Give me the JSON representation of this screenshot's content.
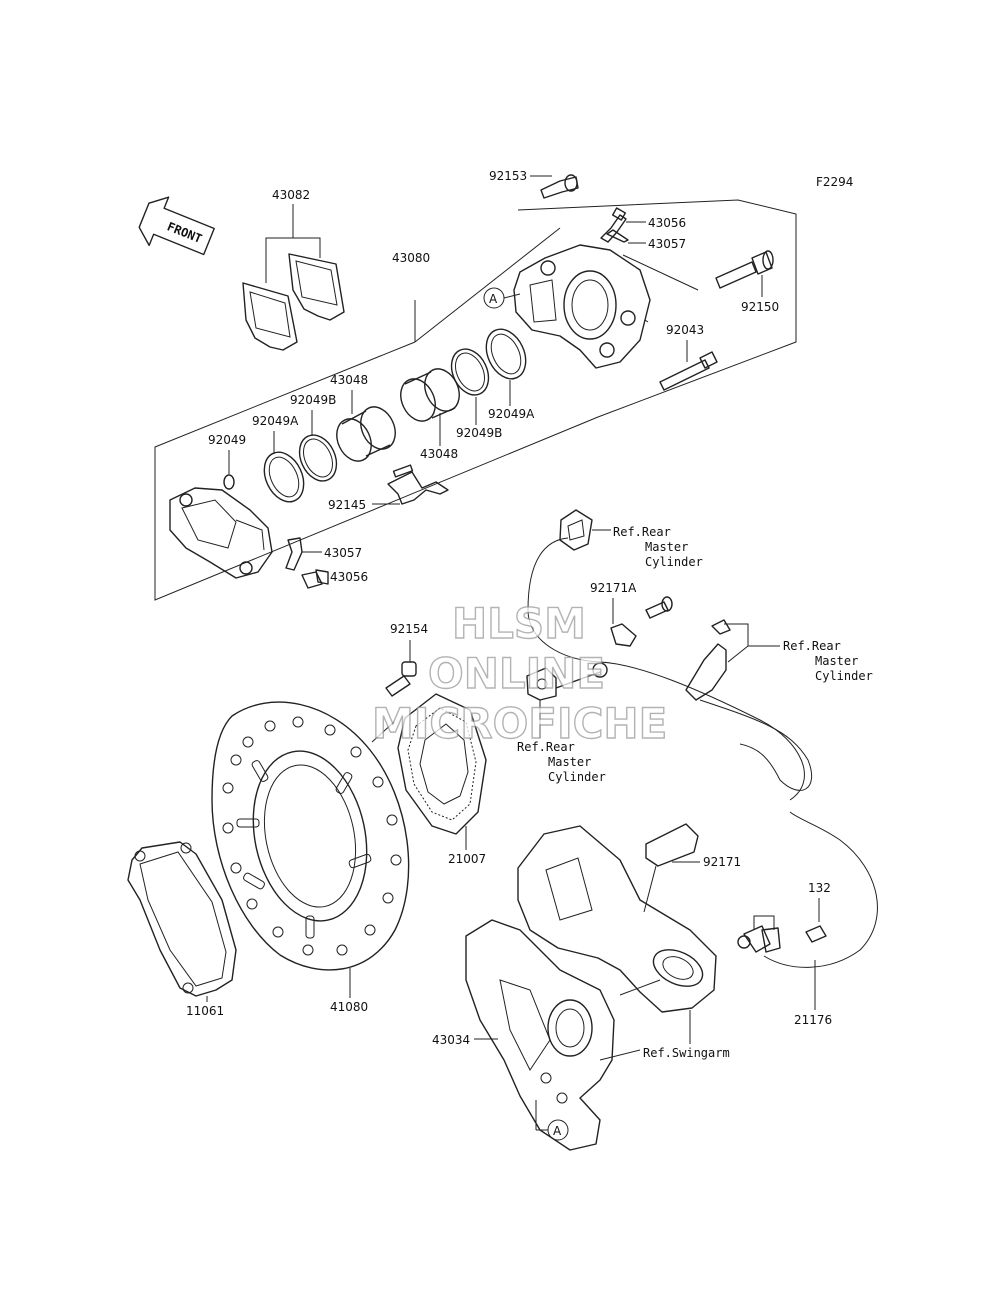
{
  "figure_code": "F2294",
  "front_arrow": "FRONT",
  "callout_a": "A",
  "watermark": [
    "HLSM",
    "ONLINE",
    "MICROFICHE"
  ],
  "parts": {
    "p43082": "43082",
    "p43080": "43080",
    "p92153": "92153",
    "p43056_top": "43056",
    "p43057_top": "43057",
    "p92150": "92150",
    "p92043": "92043",
    "p43048_top": "43048",
    "p92049B_left": "92049B",
    "p92049A_left": "92049A",
    "p92049": "92049",
    "p43048_bottom": "43048",
    "p92049B_right": "92049B",
    "p92049A_right": "92049A",
    "p92145": "92145",
    "p43057_bottom": "43057",
    "p43056_bottom": "43056",
    "p92171A": "92171A",
    "p92154": "92154",
    "p21007": "21007",
    "p92171": "92171",
    "p132": "132",
    "p11061": "11061",
    "p41080": "41080",
    "p21176": "21176",
    "p43034": "43034"
  },
  "refs": {
    "master_cyl_1": [
      "Ref.Rear",
      "Master",
      "Cylinder"
    ],
    "master_cyl_2": [
      "Ref.Rear",
      "Master",
      "Cylinder"
    ],
    "master_cyl_3": [
      "Ref.Rear",
      "Master",
      "Cylinder"
    ],
    "swingarm": "Ref.Swingarm"
  }
}
